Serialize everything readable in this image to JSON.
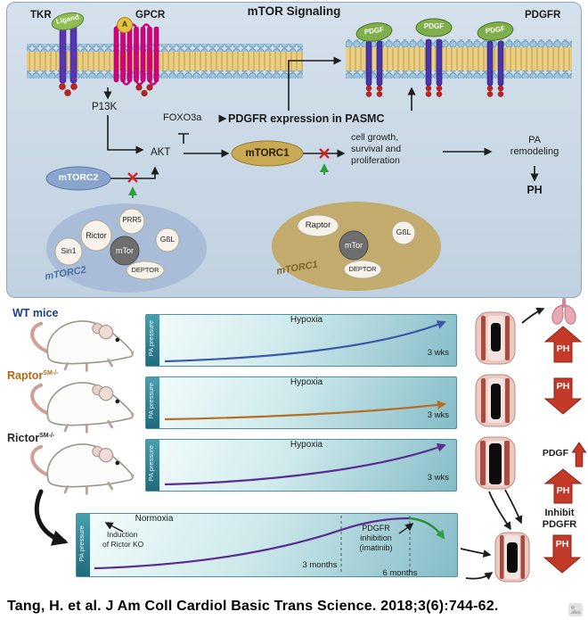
{
  "panel": {
    "title": "mTOR Signaling",
    "receptors": {
      "tkr": "TKR",
      "ligand": "Ligand",
      "gpcr": "GPCR",
      "gpcr_agonist": "A",
      "pdgfr": "PDGFR",
      "pdgf": [
        "PDGF",
        "PDGF",
        "PDGF"
      ]
    },
    "nodes": {
      "p13k": "P13K",
      "foxo3a": "FOXO3a",
      "pdgfr_expression": "PDGFR expression in PASMC",
      "akt": "AKT",
      "mtorc1": "mTORC1",
      "mtorc2": "mTORC2",
      "growth_1": "cell growth,",
      "growth_2": "survival and",
      "growth_3": "proliferation",
      "pa": "PA",
      "remodeling": "remodeling",
      "ph": "PH"
    },
    "mtorc2_complex": {
      "label": "mTORC2",
      "prr5": "PRR5",
      "rictor": "Rictor",
      "sin1": "Sin1",
      "mtor": "mTor",
      "gbl": "GßL",
      "deptor": "DEPTOR"
    },
    "mtorc1_complex": {
      "label": "mTORC1",
      "raptor": "Raptor",
      "mtor": "mTor",
      "gbl": "GßL",
      "deptor": "DEPTOR"
    }
  },
  "experiments": {
    "row1": {
      "label": "WT mice",
      "condition": "Hypoxia",
      "ylabel": "PA pressure",
      "duration": "3 wks",
      "outcome": "PH",
      "curve_color": "#3a57a8",
      "curve_trend": "rising",
      "outcome_direction": "up"
    },
    "row2": {
      "label": "Raptor",
      "sup": "SM-/-",
      "condition": "Hypoxia",
      "ylabel": "PA pressure",
      "duration": "3 wks",
      "outcome": "PH",
      "curve_color": "#b46f28",
      "curve_trend": "flat-slight-rise",
      "outcome_direction": "down"
    },
    "row3": {
      "label": "Rictor",
      "sup": "SM-/-",
      "condition": "Hypoxia",
      "ylabel": "PA pressure",
      "duration": "3 wks",
      "outcome_pdgf": "PDGF",
      "outcome": "PH",
      "curve_color": "#5b2d91",
      "curve_trend": "rising",
      "outcome_direction": "up"
    },
    "row4": {
      "condition": "Normoxia",
      "ylabel": "PA pressure",
      "induction_1": "Induction",
      "induction_2": "of Rictor KO",
      "inhibition_1": "PDGFR",
      "inhibition_2": "inhibition",
      "inhibition_3": "(imatinib)",
      "t1": "3 months",
      "t2": "6 months",
      "inhibit_1": "Inhibit",
      "inhibit_2": "PDGFR",
      "outcome": "PH",
      "curve_color": "#5b2d91",
      "treatment_curve_color": "#2f8f3f",
      "curve_trend": "rising-then-falls-after-treatment",
      "outcome_direction": "down"
    }
  },
  "colors": {
    "outcome_arrow": "#c33a28",
    "membrane_heads": "#9cc6e0",
    "membrane_tails": "#e9cf86",
    "mtorc2_blob": "#a9bdd8",
    "mtorc1_blob": "#c2ab6d"
  },
  "citation": "Tang, H. et al. J Am Coll Cardiol Basic Trans Science. 2018;3(6):744-62."
}
